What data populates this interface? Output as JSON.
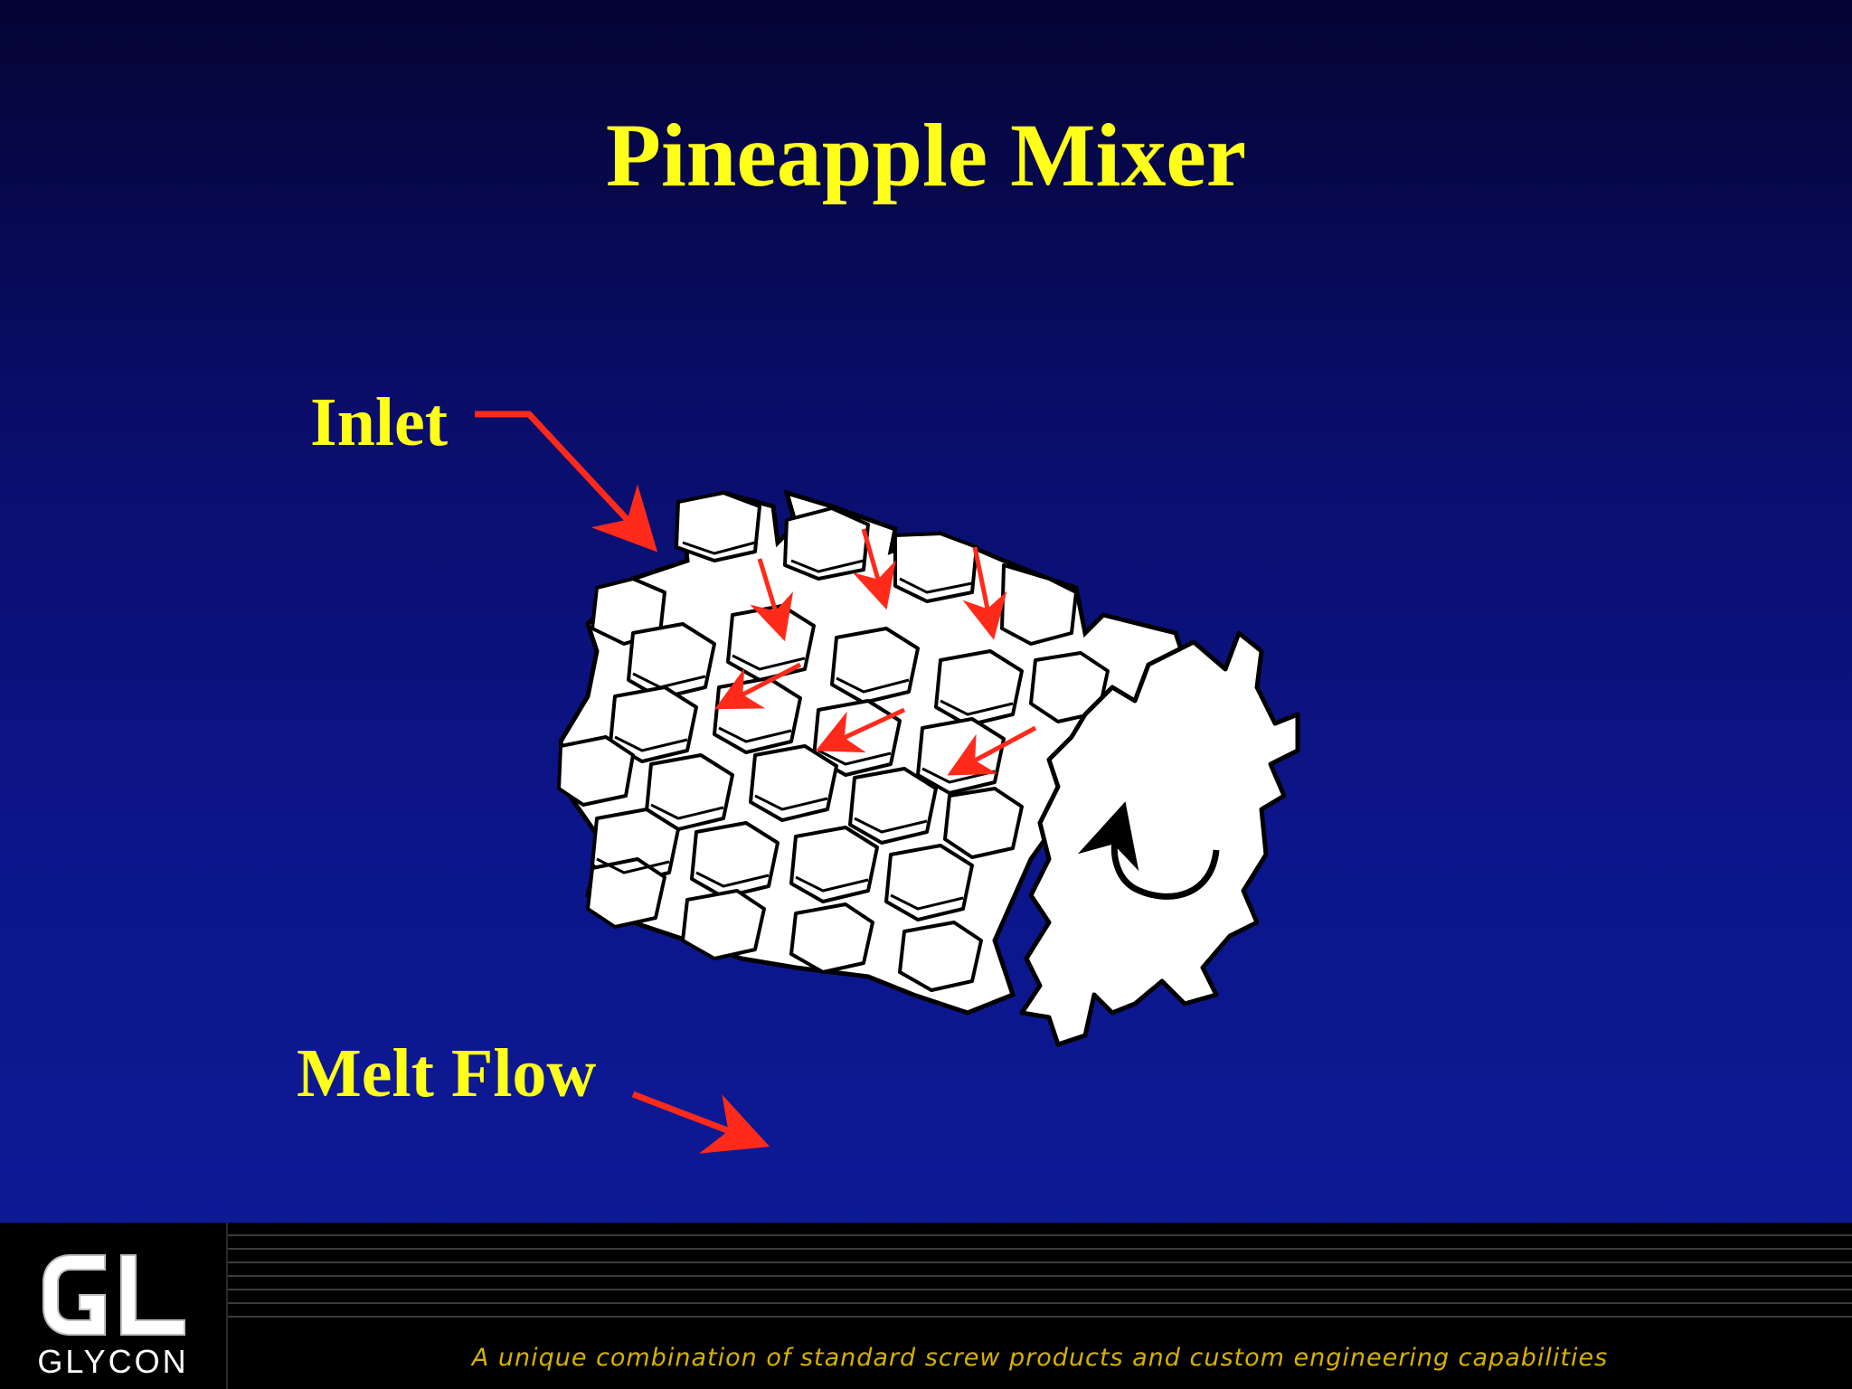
{
  "slide": {
    "title": "Pineapple Mixer"
  },
  "labels": {
    "inlet": "Inlet",
    "melt_flow": "Melt Flow"
  },
  "footer": {
    "logo_text": "GLYCON",
    "logo_monogram": "GL",
    "tagline": "A unique combination of standard screw products and custom engineering capabilities"
  },
  "colors": {
    "title_text": "#ffff1a",
    "background": "#0c158a",
    "arrow": "#ff2a1a",
    "footer_background": "#000000",
    "tagline_text": "#d6b200"
  },
  "icons": [
    "rotation-arrow-icon",
    "flow-arrow-icon",
    "glycon-logo-icon"
  ]
}
